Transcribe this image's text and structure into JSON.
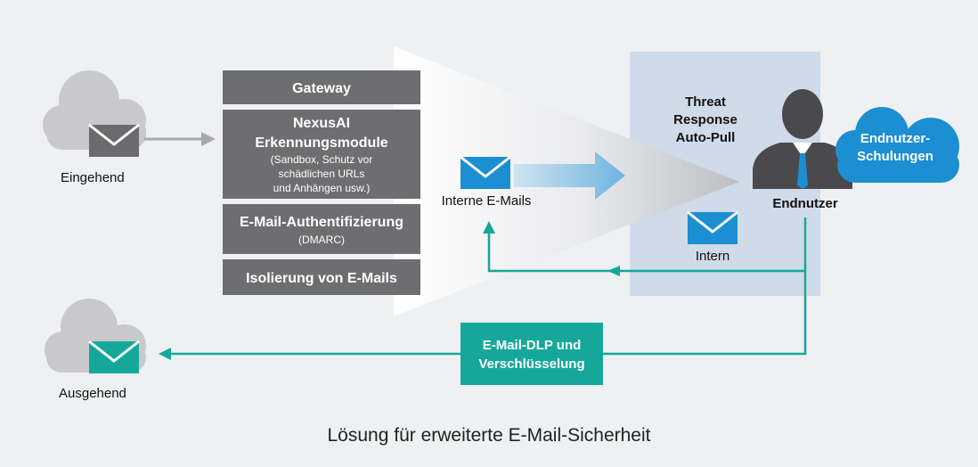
{
  "incoming": {
    "label": "Eingehend"
  },
  "outgoing": {
    "label": "Ausgehend"
  },
  "gateway_stack": [
    {
      "title": "Gateway",
      "sub": []
    },
    {
      "title": "NexusAI",
      "title2": "Erkennungsmodule",
      "sub": [
        "(Sandbox, Schutz vor",
        "schädlichen URLs",
        "und Anhängen usw.)"
      ]
    },
    {
      "title": "E-Mail-Authentifizierung",
      "sub": [
        "(DMARC)"
      ]
    },
    {
      "title": "Isolierung von E-Mails",
      "sub": []
    }
  ],
  "internal_mails": {
    "label": "Interne E-Mails"
  },
  "threat_response": {
    "line1": "Threat",
    "line2": "Response",
    "line3": "Auto-Pull"
  },
  "end_user": {
    "label": "Endnutzer"
  },
  "training": {
    "line1": "Endnutzer-",
    "line2": "Schulungen"
  },
  "intern": {
    "label": "Intern"
  },
  "dlp": {
    "line1": "E-Mail-DLP und",
    "line2": "Verschlüsselung"
  },
  "footer": {
    "caption": "Lösung für erweiterte E-Mail-Sicherheit"
  },
  "colors": {
    "gray_box": "#6e6e70",
    "teal": "#15a89a",
    "blue": "#1b8fd2",
    "panel": "#cfdbe8",
    "cloud": "#c9c9cb",
    "envelope_gray": "#6b6b6d",
    "person": "#4a4a4c"
  }
}
